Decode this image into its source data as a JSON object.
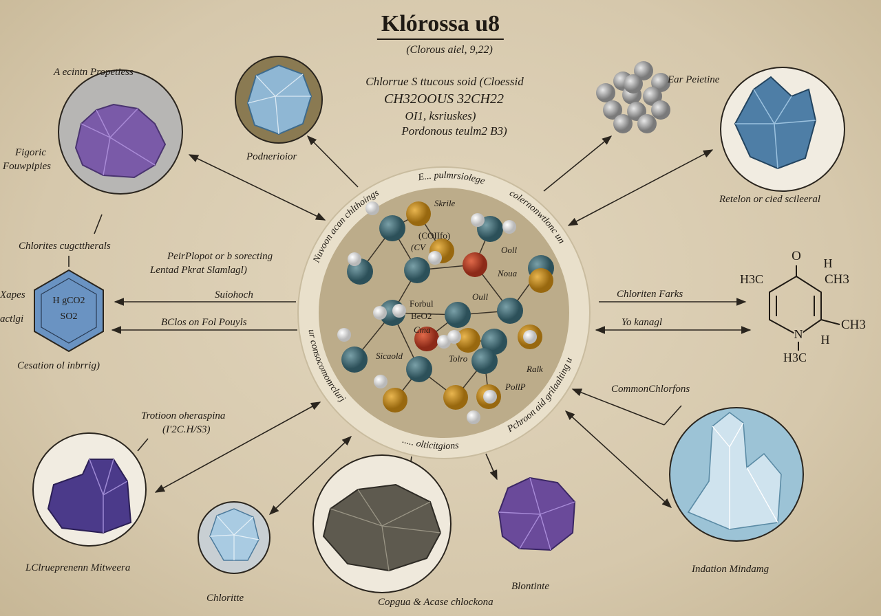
{
  "title": "Klórossa u8",
  "subtitle": "(Clorous aiel, 9,22)",
  "header_block": {
    "line1": "Chlorrue S ttucous soid (Cloessid",
    "line2": "CH32OOUS 32CH22",
    "line3": "OI1, ksriuskes)",
    "line4": "Pordonous teulm2 B3)"
  },
  "labels": {
    "top_left_heading": "A ecintn Propetiess",
    "figoric_1": "Figoric",
    "figoric_2": "Fouwpipies",
    "small_crystal": "Podnerioior",
    "spheres": "Ear Peietine",
    "top_right": "Retelon or cied scileeral",
    "chlorites": "Chlorites cugcttherals",
    "hex_left_1": "Xapes",
    "hex_left_2": "actlgi",
    "hex_formula_1": "H gCO2",
    "hex_formula_2": "SO2",
    "hex_caption": "Cesation ol inbrrig)",
    "peirplopot_1": "PeirPlopot or b sorecting",
    "peirplopot_2": "Lentad Pkrat Slamlagl)",
    "arrow_suiohoch": "Suiohoch",
    "arrow_bclos": "BClos on Fol Pouyls",
    "arrow_chloriten": "Chloriten Farks",
    "arrow_yokanagl": "Yo kanagl",
    "common": "CommonChlorfons",
    "trotioon_1": "Trotioon oheraspina",
    "trotioon_2": "(I'2C.H/S3)",
    "bottom_left": "LClrueprenenn Mitweera",
    "chloritte": "Chloritte",
    "copgua": "Copgua & Acase chlockona",
    "blontinte": "Blontinte",
    "indation": "Indation Mindamg"
  },
  "ring_text": {
    "top": "E... pulmrsiolege",
    "top_left": "Nuvoon acan chlthoings",
    "right": "colernonwtlonc un",
    "bottom_left": "ur consocomonrclurj",
    "bottom": "..... olticitgions",
    "bottom_right": "Pchroon aid grilaalting u"
  },
  "molecule_labels": [
    "Skrile",
    "(COIIfo)",
    "(CV",
    "Ooll",
    "Noua",
    "Oull",
    "Forbul",
    "BeO2",
    "Cma",
    "Sicaold",
    "Tolro",
    "Ralk",
    "PollP"
  ],
  "pyridine": {
    "o": "O",
    "h_top": "H",
    "ch3_top": "CH3",
    "h3c": "H3C",
    "n": "N",
    "ch3_right": "CH3",
    "h_bottom": "H",
    "h3c_bottom": "H3C"
  },
  "colors": {
    "teal": "#3f6b75",
    "gold": "#c08a25",
    "red": "#b8402a",
    "purple": "#7a5aa8",
    "ice": "#8fb7d4",
    "parchment": "#d9ccb2"
  }
}
